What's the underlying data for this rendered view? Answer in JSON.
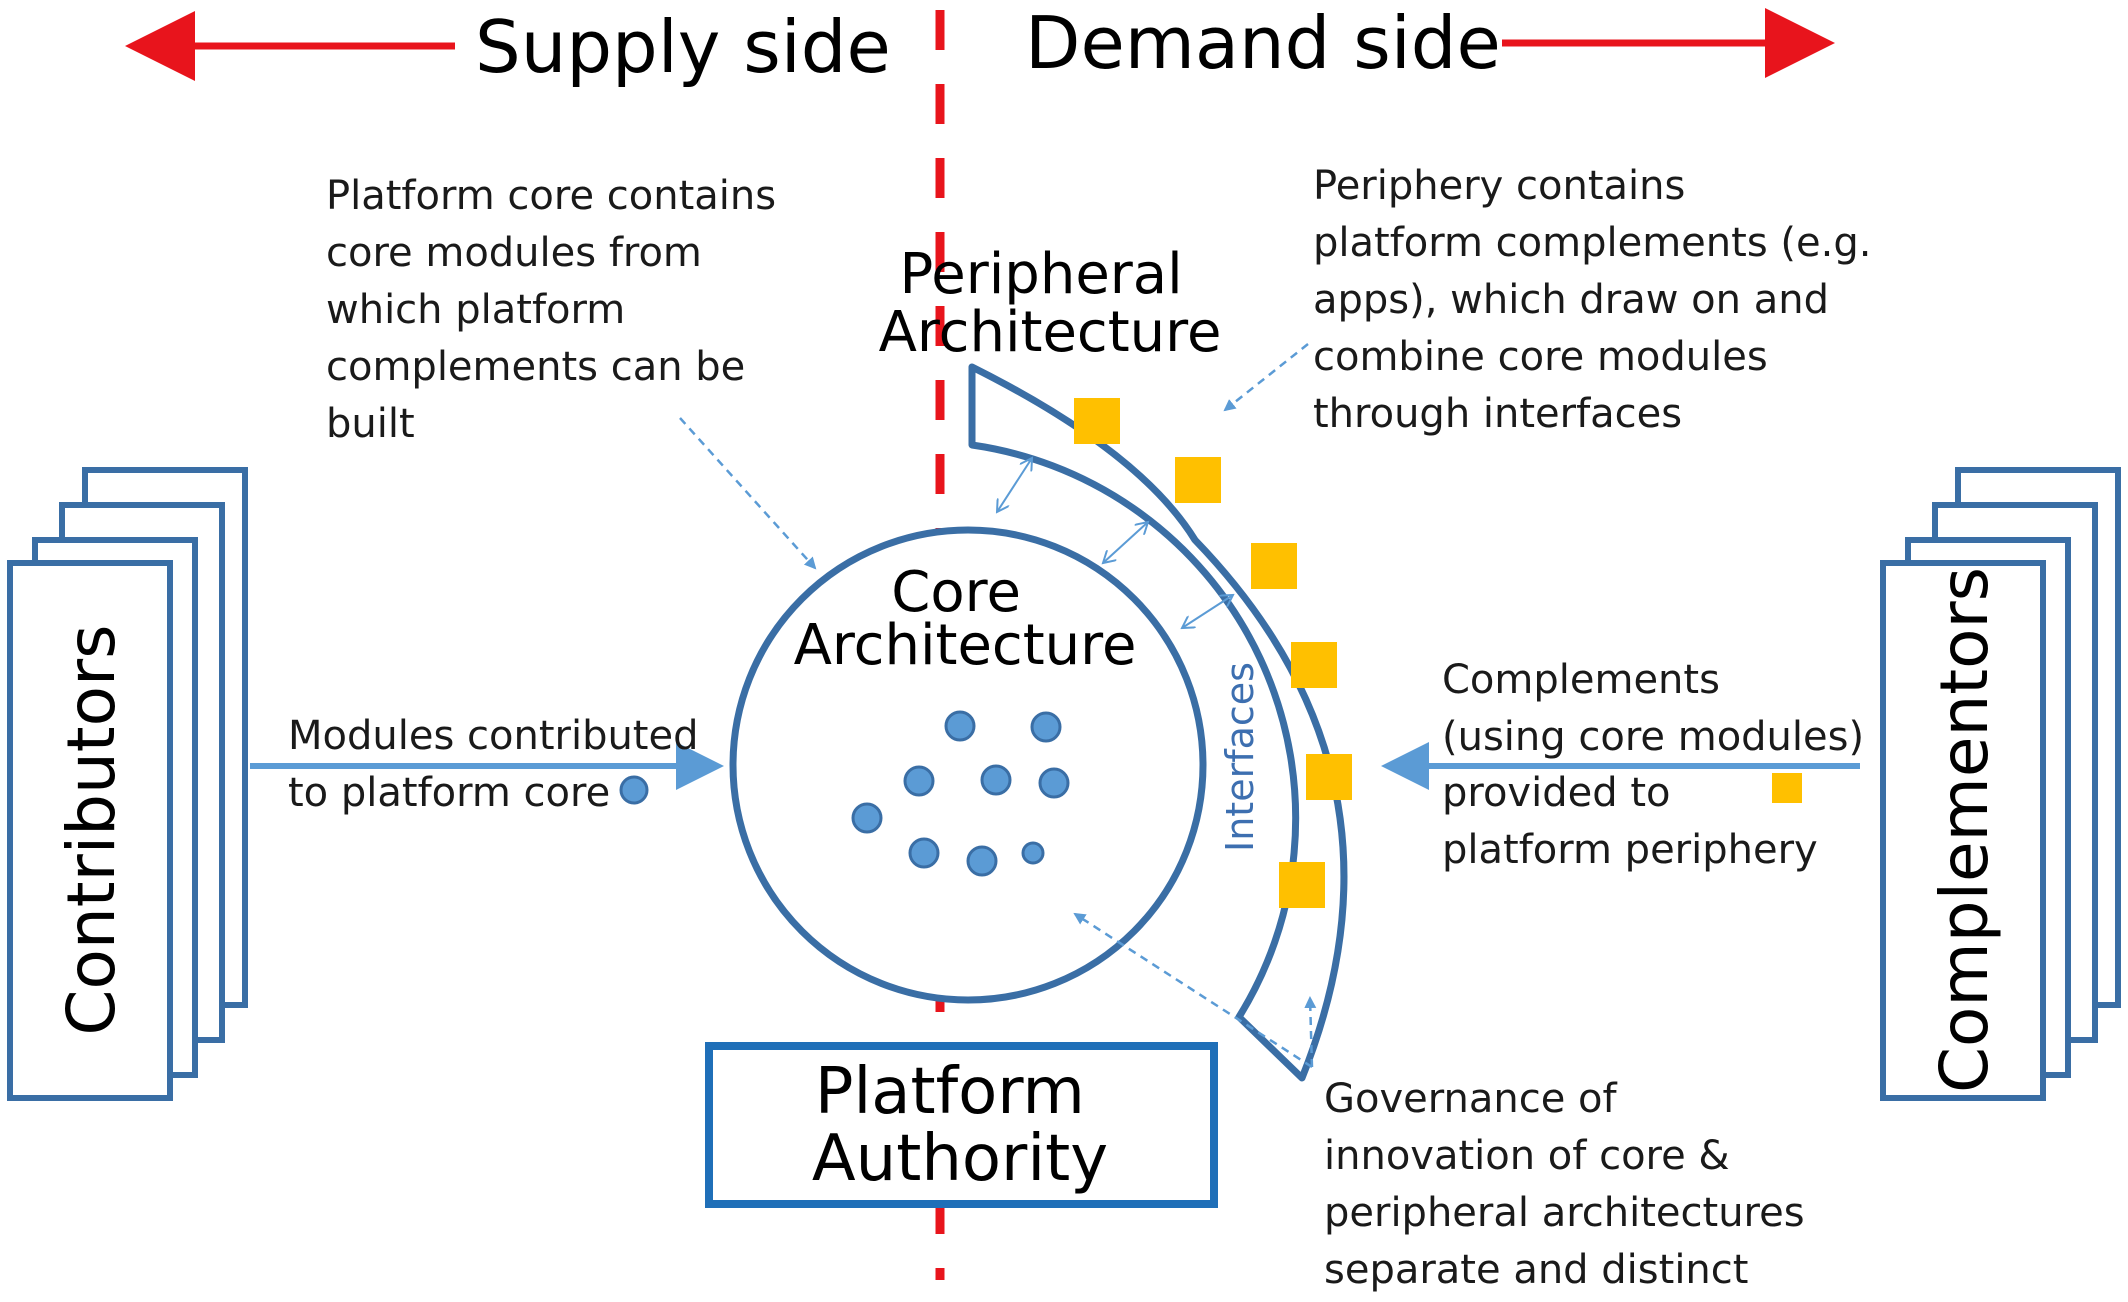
{
  "header": {
    "supply_side": "Supply side",
    "demand_side": "Demand side"
  },
  "notes": {
    "platform_core": [
      "Platform core contains",
      "core modules from",
      "which platform",
      "complements can be",
      "built"
    ],
    "periphery": [
      "Periphery contains",
      "platform complements (e.g.",
      "apps), which draw on and",
      "combine core modules",
      "through interfaces"
    ],
    "modules_contributed": [
      "Modules contributed",
      "to platform core"
    ],
    "complements": [
      "Complements",
      "(using core modules)",
      "provided to",
      "platform periphery"
    ],
    "governance": [
      "Governance of",
      "innovation of core &",
      "peripheral architectures",
      "separate and distinct"
    ]
  },
  "peripheral_architecture": [
    "Peripheral",
    "Architecture"
  ],
  "core_architecture": [
    "Core",
    "Architecture"
  ],
  "interfaces_label": "Interfaces",
  "contributors_label": "Contributors",
  "complementors_label": "Complementors",
  "platform_authority": [
    "Platform",
    "Authority"
  ],
  "colors": {
    "divider_red": "#e8141c",
    "stroke_blue": "#3a6ea5",
    "module_blue": "#5b9bd5",
    "complement_yellow": "#ffc000",
    "authority_blue": "#1f6fb8"
  }
}
